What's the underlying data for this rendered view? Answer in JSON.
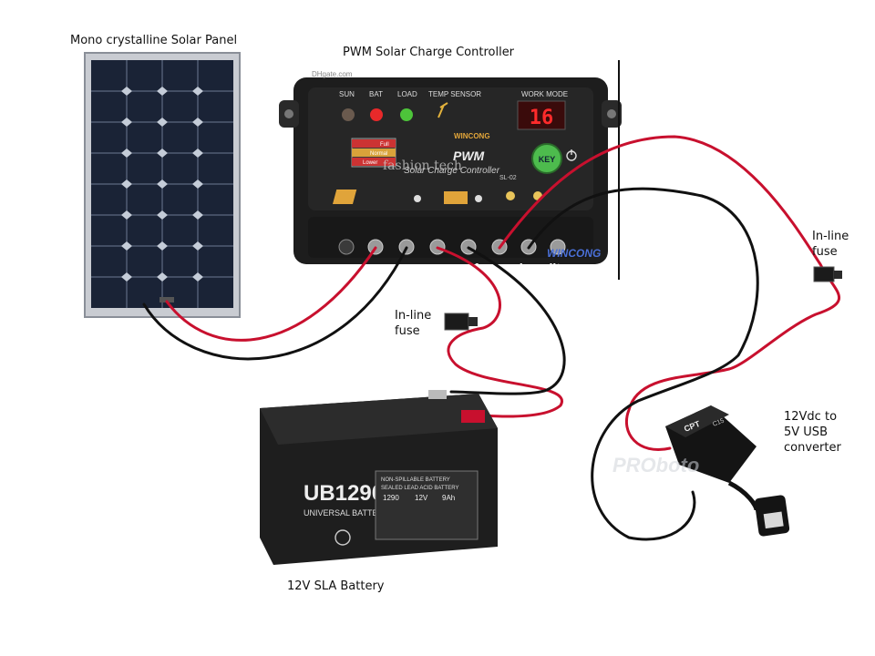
{
  "labels": {
    "solar_panel": "Mono  crystalline Solar Panel",
    "controller": "PWM Solar Charge Controller",
    "fuse_battery": [
      "In-line",
      "fuse"
    ],
    "fuse_usb": [
      "In-line",
      "fuse"
    ],
    "converter": [
      "12Vdc to",
      "5V USB",
      "converter"
    ],
    "battery": "12V SLA Battery"
  },
  "controller_face": {
    "indicators": [
      "SUN",
      "BAT",
      "LOAD",
      "TEMP SENSOR"
    ],
    "work_mode_label": "WORK MODE",
    "display_value": "16",
    "brand": "WINCONG",
    "model_title": "PWM",
    "subtitle": "Solar Charge Controller",
    "model_code": "SL-02",
    "key_label": "KEY",
    "level_labels": [
      "Full",
      "Normal",
      "Lower"
    ],
    "watermark": "fashion tech",
    "tagline": "fast and quality",
    "brand_bottom": "WINCONG",
    "web_mark": "DHgate.com"
  },
  "battery_face": {
    "model": "UB1290",
    "brand_line": "UNIVERSAL BATTERY",
    "spec_header": "NON-SPILLABLE BATTERY",
    "spec_line": "SEALED  LEAD  ACID  BATTERY",
    "spec_values": [
      "1290",
      "12V",
      "9Ah"
    ]
  },
  "converter_face": {
    "brand": "CPT",
    "model": "C15",
    "watermark": "PROboto"
  },
  "colors": {
    "positive_wire": "#c8102e",
    "negative_wire": "#111111",
    "controller_body": "#1d1d1d",
    "panel_cells": "#1a2336"
  }
}
